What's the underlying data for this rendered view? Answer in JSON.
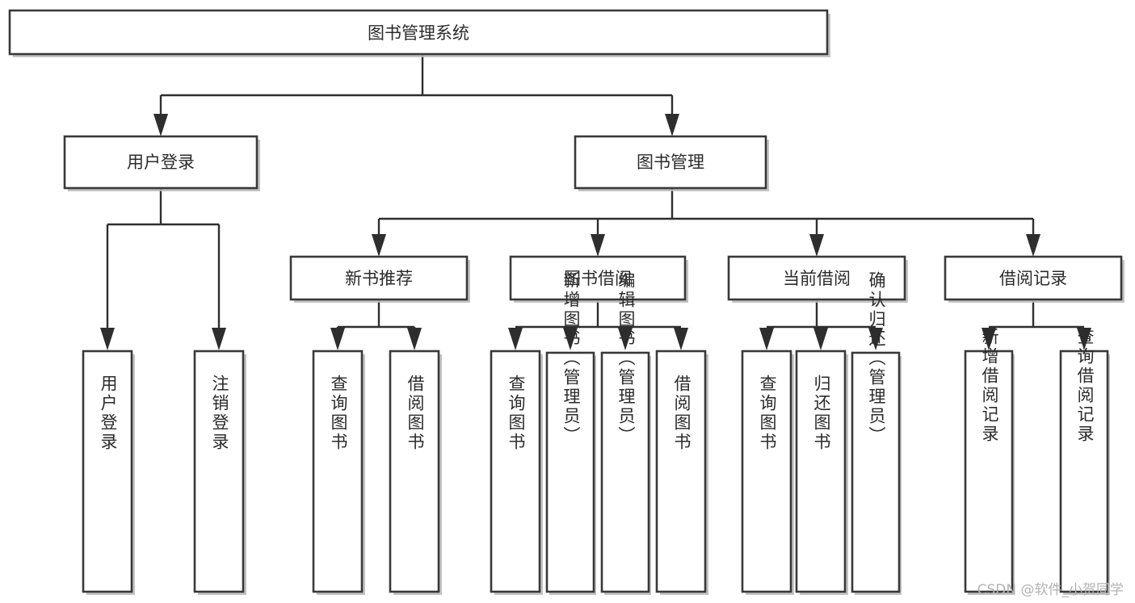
{
  "diagram": {
    "type": "tree",
    "title": "图书管理系统",
    "orientation": "top-down",
    "colors": {
      "box_fill": "#ffffff",
      "box_stroke": "#393939",
      "connector": "#2e2e2e",
      "text": "#2b2b2b",
      "watermark": "#b3b3b3"
    },
    "root": {
      "id": "root",
      "label": "图书管理系统"
    },
    "level1": [
      {
        "id": "user-login",
        "label": "用户登录"
      },
      {
        "id": "book-management",
        "label": "图书管理"
      }
    ],
    "level2": [
      {
        "id": "new-book-recommend",
        "label": "新书推荐",
        "parent": "book-management"
      },
      {
        "id": "book-borrow",
        "label": "图书借阅",
        "parent": "book-management"
      },
      {
        "id": "current-borrow",
        "label": "当前借阅",
        "parent": "book-management"
      },
      {
        "id": "borrow-record",
        "label": "借阅记录",
        "parent": "book-management"
      }
    ],
    "leaves": {
      "user-login": [
        {
          "id": "leaf-user-login",
          "label": "用户登录"
        },
        {
          "id": "leaf-logout",
          "label": "注销登录"
        }
      ],
      "new-book-recommend": [
        {
          "id": "leaf-query-book-1",
          "label": "查询图书"
        },
        {
          "id": "leaf-borrow-book-1",
          "label": "借阅图书"
        }
      ],
      "book-borrow": [
        {
          "id": "leaf-query-book-2",
          "label": "查询图书"
        },
        {
          "id": "leaf-add-book",
          "label": "新增图书（管理员）"
        },
        {
          "id": "leaf-edit-book",
          "label": "编辑图书（管理员）"
        },
        {
          "id": "leaf-borrow-book-2",
          "label": "借阅图书"
        }
      ],
      "current-borrow": [
        {
          "id": "leaf-query-book-3",
          "label": "查询图书"
        },
        {
          "id": "leaf-return-book",
          "label": "归还图书"
        },
        {
          "id": "leaf-confirm-return",
          "label": "确认归还（管理员）"
        }
      ],
      "borrow-record": [
        {
          "id": "leaf-add-record",
          "label": "新增借阅记录"
        },
        {
          "id": "leaf-query-record",
          "label": "查询借阅记录"
        }
      ]
    }
  },
  "watermark": {
    "text": "CSDN @软件_小贺同学"
  }
}
